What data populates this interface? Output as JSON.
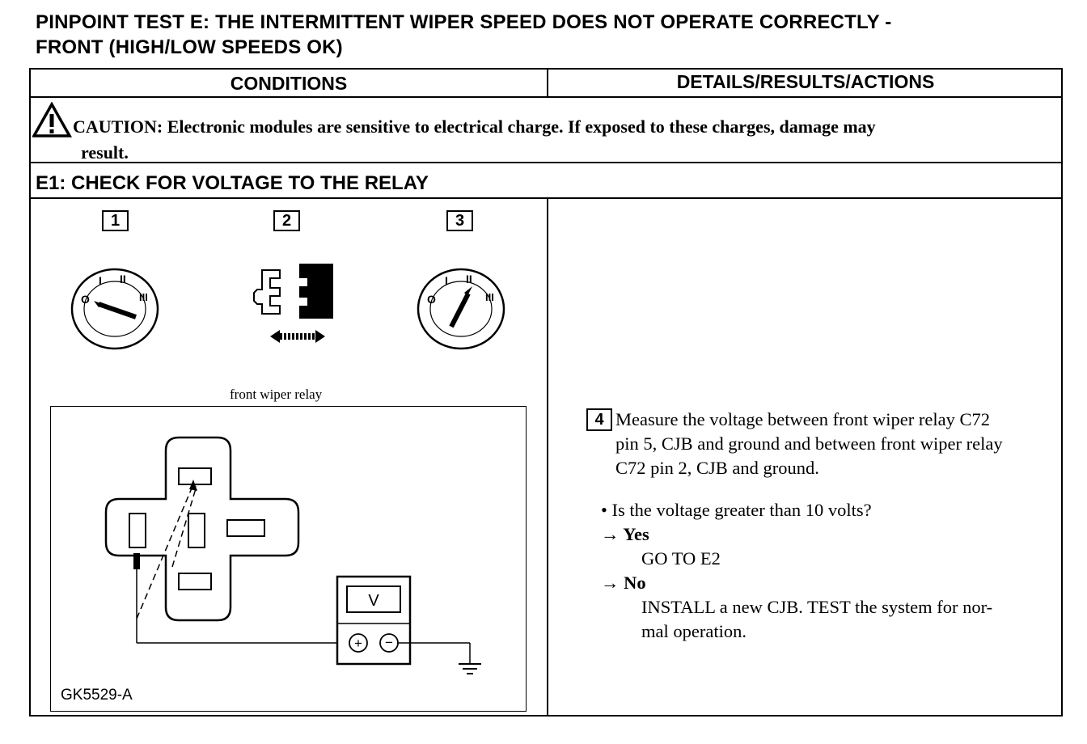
{
  "title": {
    "line1": "PINPOINT TEST E: THE INTERMITTENT WIPER SPEED DOES NOT OPERATE CORRECTLY -",
    "line2": "FRONT (HIGH/LOW SPEEDS OK)"
  },
  "table": {
    "col_conditions": "CONDITIONS",
    "col_details": "DETAILS/RESULTS/ACTIONS"
  },
  "caution": {
    "line1": "CAUTION: Electronic modules are sensitive to electrical charge. If exposed to these charges, damage may",
    "line2": "result."
  },
  "step": {
    "title": "E1: CHECK FOR VOLTAGE TO THE RELAY",
    "figures": [
      "1",
      "2",
      "3"
    ],
    "ignition_labels": {
      "off": "O",
      "acc": "I",
      "run": "II",
      "start": "III"
    },
    "relay_label": "front wiper relay",
    "meter_label": "V",
    "plus": "+",
    "minus": "−",
    "figure_code": "GK5529-A"
  },
  "details": {
    "step_number": "4",
    "instruction_line1": "Measure the voltage between front wiper relay C72",
    "instruction_line2": "pin 5, CJB and ground and between front wiper relay",
    "instruction_line3": "C72 pin 2, CJB and ground.",
    "question": "• Is the voltage greater than 10 volts?",
    "yes_label": "→ Yes",
    "yes_action": "GO TO E2",
    "no_label": "→ No",
    "no_action_line1": "INSTALL a new CJB. TEST the system for nor-",
    "no_action_line2": "mal operation."
  }
}
